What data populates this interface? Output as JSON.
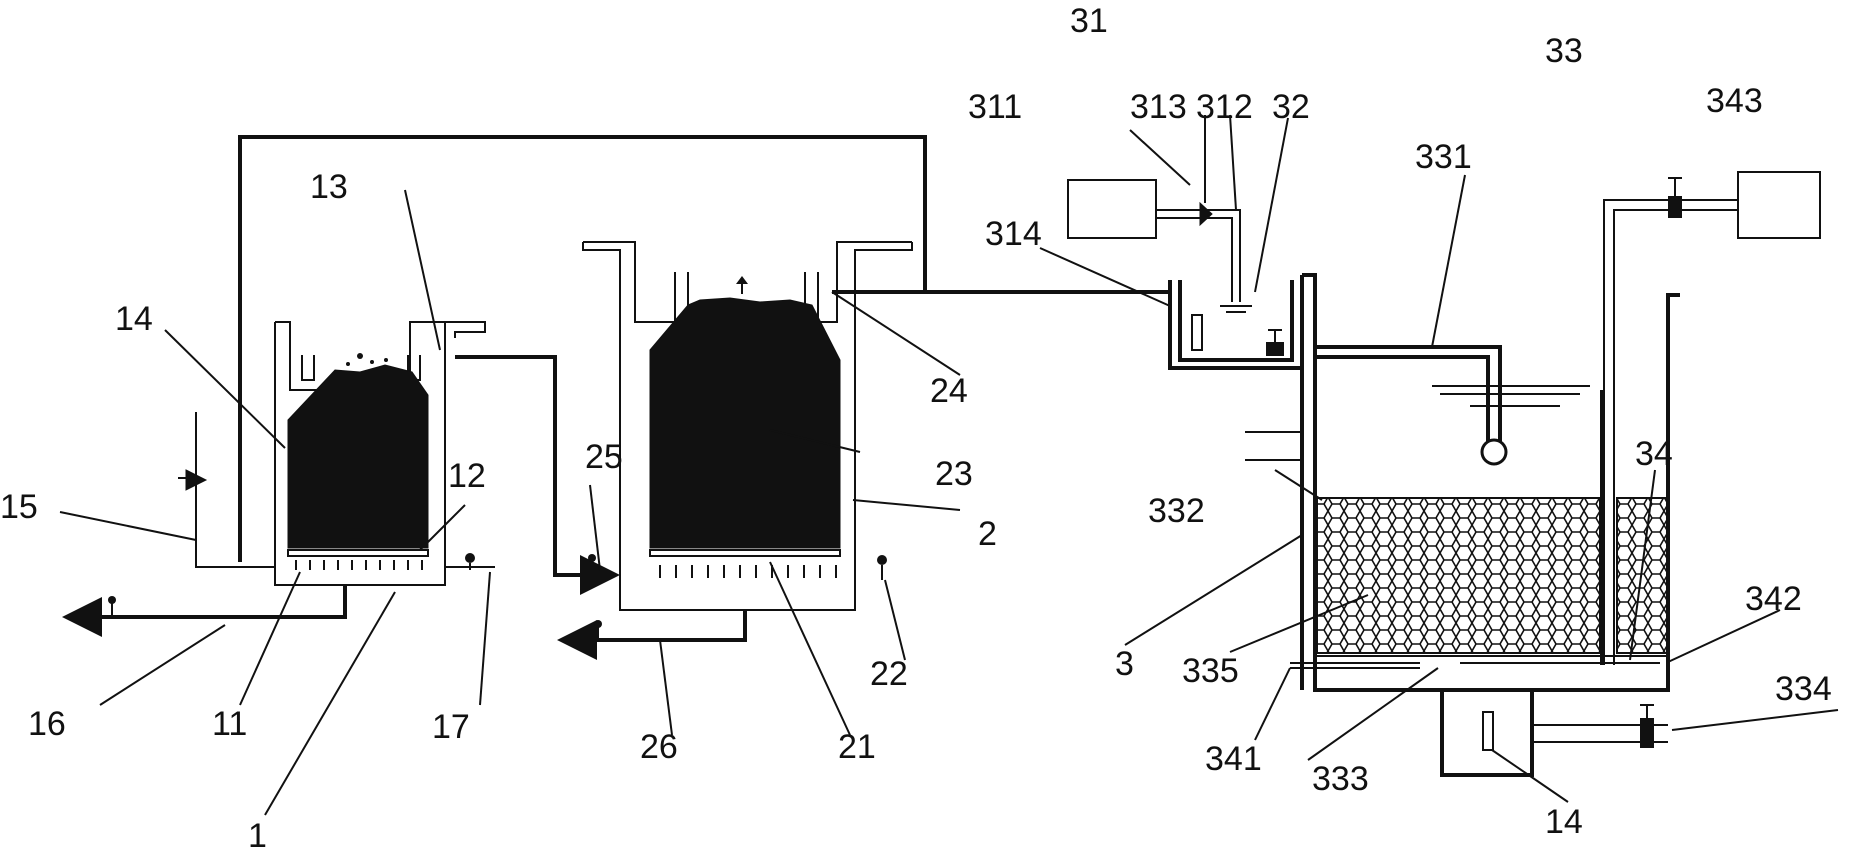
{
  "colors": {
    "line": "#111111",
    "background": "#ffffff",
    "media_fill": "#111111",
    "filter_media_pattern": "hexagonal-mesh"
  },
  "labels": {
    "l1": "1",
    "l11": "11",
    "l12": "12",
    "l13": "13",
    "l14a": "14",
    "l14b": "14",
    "l15": "15",
    "l16": "16",
    "l17": "17",
    "l2": "2",
    "l21": "21",
    "l22": "22",
    "l23": "23",
    "l24": "24",
    "l25": "25",
    "l26": "26",
    "l3": "3",
    "l31": "31",
    "l311": "311",
    "l312": "312",
    "l313": "313",
    "l314": "314",
    "l32": "32",
    "l33": "33",
    "l331": "331",
    "l332": "332",
    "l333": "333",
    "l334": "334",
    "l335": "335",
    "l34": "34",
    "l341": "341",
    "l342": "342",
    "l343": "343"
  },
  "icons": {
    "valve": "valve-icon",
    "arrow": "flow-arrow-icon"
  }
}
